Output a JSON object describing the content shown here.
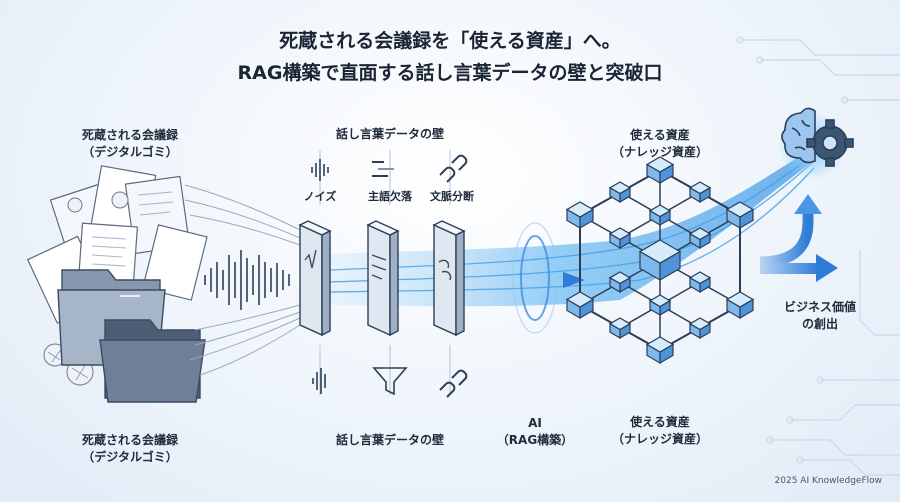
{
  "title": {
    "line1": "死蔵される会議録を「使える資産」へ。",
    "line2": "RAG構築で直面する話し言葉データの壁と突破口"
  },
  "left": {
    "top_label_1": "死蔵される会議録",
    "top_label_2": "（デジタルゴミ）",
    "bottom_label_1": "死蔵される会議録",
    "bottom_label_2": "（デジタルゴミ）"
  },
  "middle": {
    "top_label": "話し言葉データの壁",
    "bottom_label": "話し言葉データの壁",
    "barriers": [
      "ノイズ",
      "主語欠落",
      "文脈分断"
    ]
  },
  "ai": {
    "label_1": "AI",
    "label_2": "（RAG構築）"
  },
  "right": {
    "top_label_1": "使える資産",
    "top_label_2": "（ナレッジ資産）",
    "bottom_label_1": "使える資産",
    "bottom_label_2": "（ナレッジ資産）",
    "value_label_1": "ビジネス価値",
    "value_label_2": "の創出"
  },
  "footer": {
    "credit": "2025 AI KnowledgeFlow"
  },
  "colors": {
    "accent_blue": "#2f7bd6",
    "glow_blue": "#4aa8f0",
    "dark_navy": "#2c3e57",
    "cube_blue": "#7fb8ec"
  },
  "icons": [
    "document-pile-icon",
    "folder-icon",
    "waveform-icon",
    "missing-subject-icon",
    "broken-link-icon",
    "filter-funnel-icon",
    "knowledge-cube-network-icon",
    "brain-gear-icon",
    "arrow-up-icon",
    "arrow-right-icon"
  ]
}
